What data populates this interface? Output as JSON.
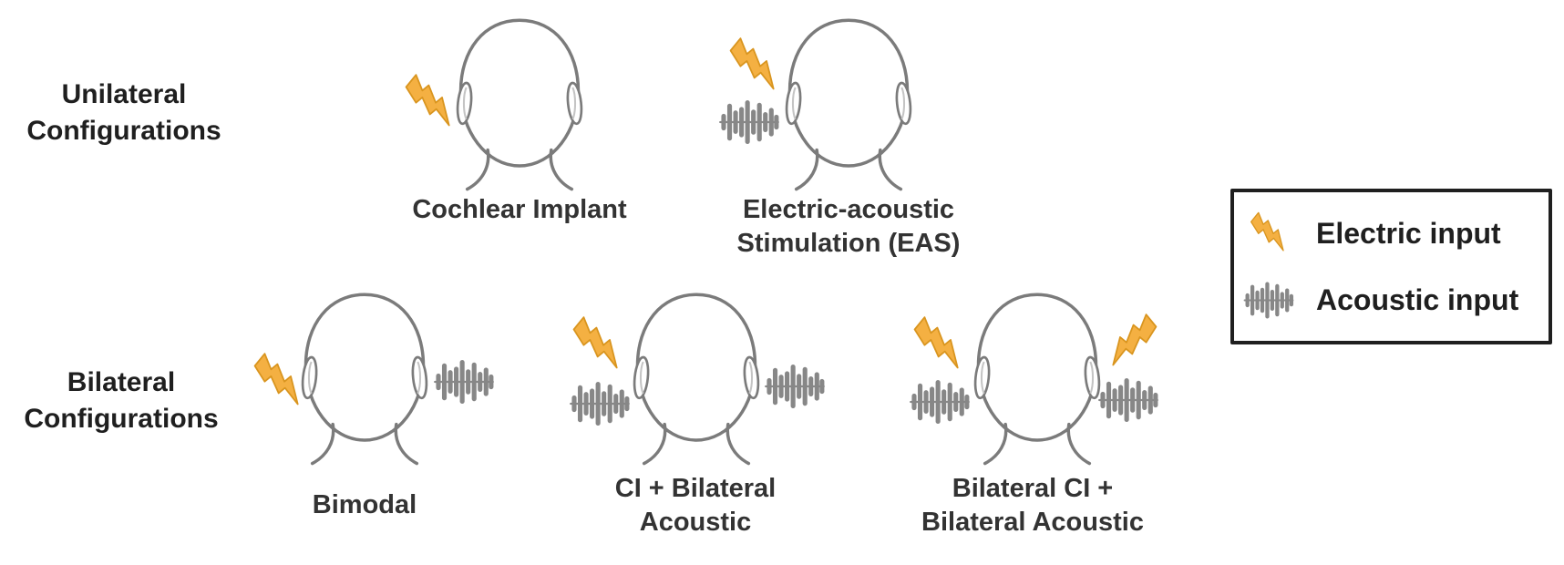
{
  "rows": [
    {
      "id": "unilateral",
      "label": "Unilateral\nConfigurations"
    },
    {
      "id": "bilateral",
      "label": "Bilateral\nConfigurations"
    }
  ],
  "configurations": [
    {
      "label": "Cochlear Implant",
      "row": "unilateral",
      "left_inputs": [
        "electric"
      ],
      "right_inputs": []
    },
    {
      "label": "Electric-acoustic\nStimulation (EAS)",
      "row": "unilateral",
      "left_inputs": [
        "electric",
        "acoustic"
      ],
      "right_inputs": []
    },
    {
      "label": "Bimodal",
      "row": "bilateral",
      "left_inputs": [
        "electric"
      ],
      "right_inputs": [
        "acoustic"
      ]
    },
    {
      "label": "CI + Bilateral\nAcoustic",
      "row": "bilateral",
      "left_inputs": [
        "electric",
        "acoustic"
      ],
      "right_inputs": [
        "acoustic"
      ]
    },
    {
      "label": "Bilateral CI +\nBilateral Acoustic",
      "row": "bilateral",
      "left_inputs": [
        "electric",
        "acoustic"
      ],
      "right_inputs": [
        "electric",
        "acoustic"
      ]
    }
  ],
  "legend": {
    "items": [
      {
        "icon": "electric-bolt-icon",
        "label": "Electric input"
      },
      {
        "icon": "acoustic-wave-icon",
        "label": "Acoustic input"
      }
    ]
  },
  "colors": {
    "electric_fill": "#F4B042",
    "electric_stroke": "#D9951F",
    "acoustic_gray": "#878787",
    "head_outline": "#7b7b7b",
    "label_text": "#333333",
    "heading_text": "#1f1f1f",
    "legend_border": "#1f1f1f",
    "background": "#ffffff"
  }
}
